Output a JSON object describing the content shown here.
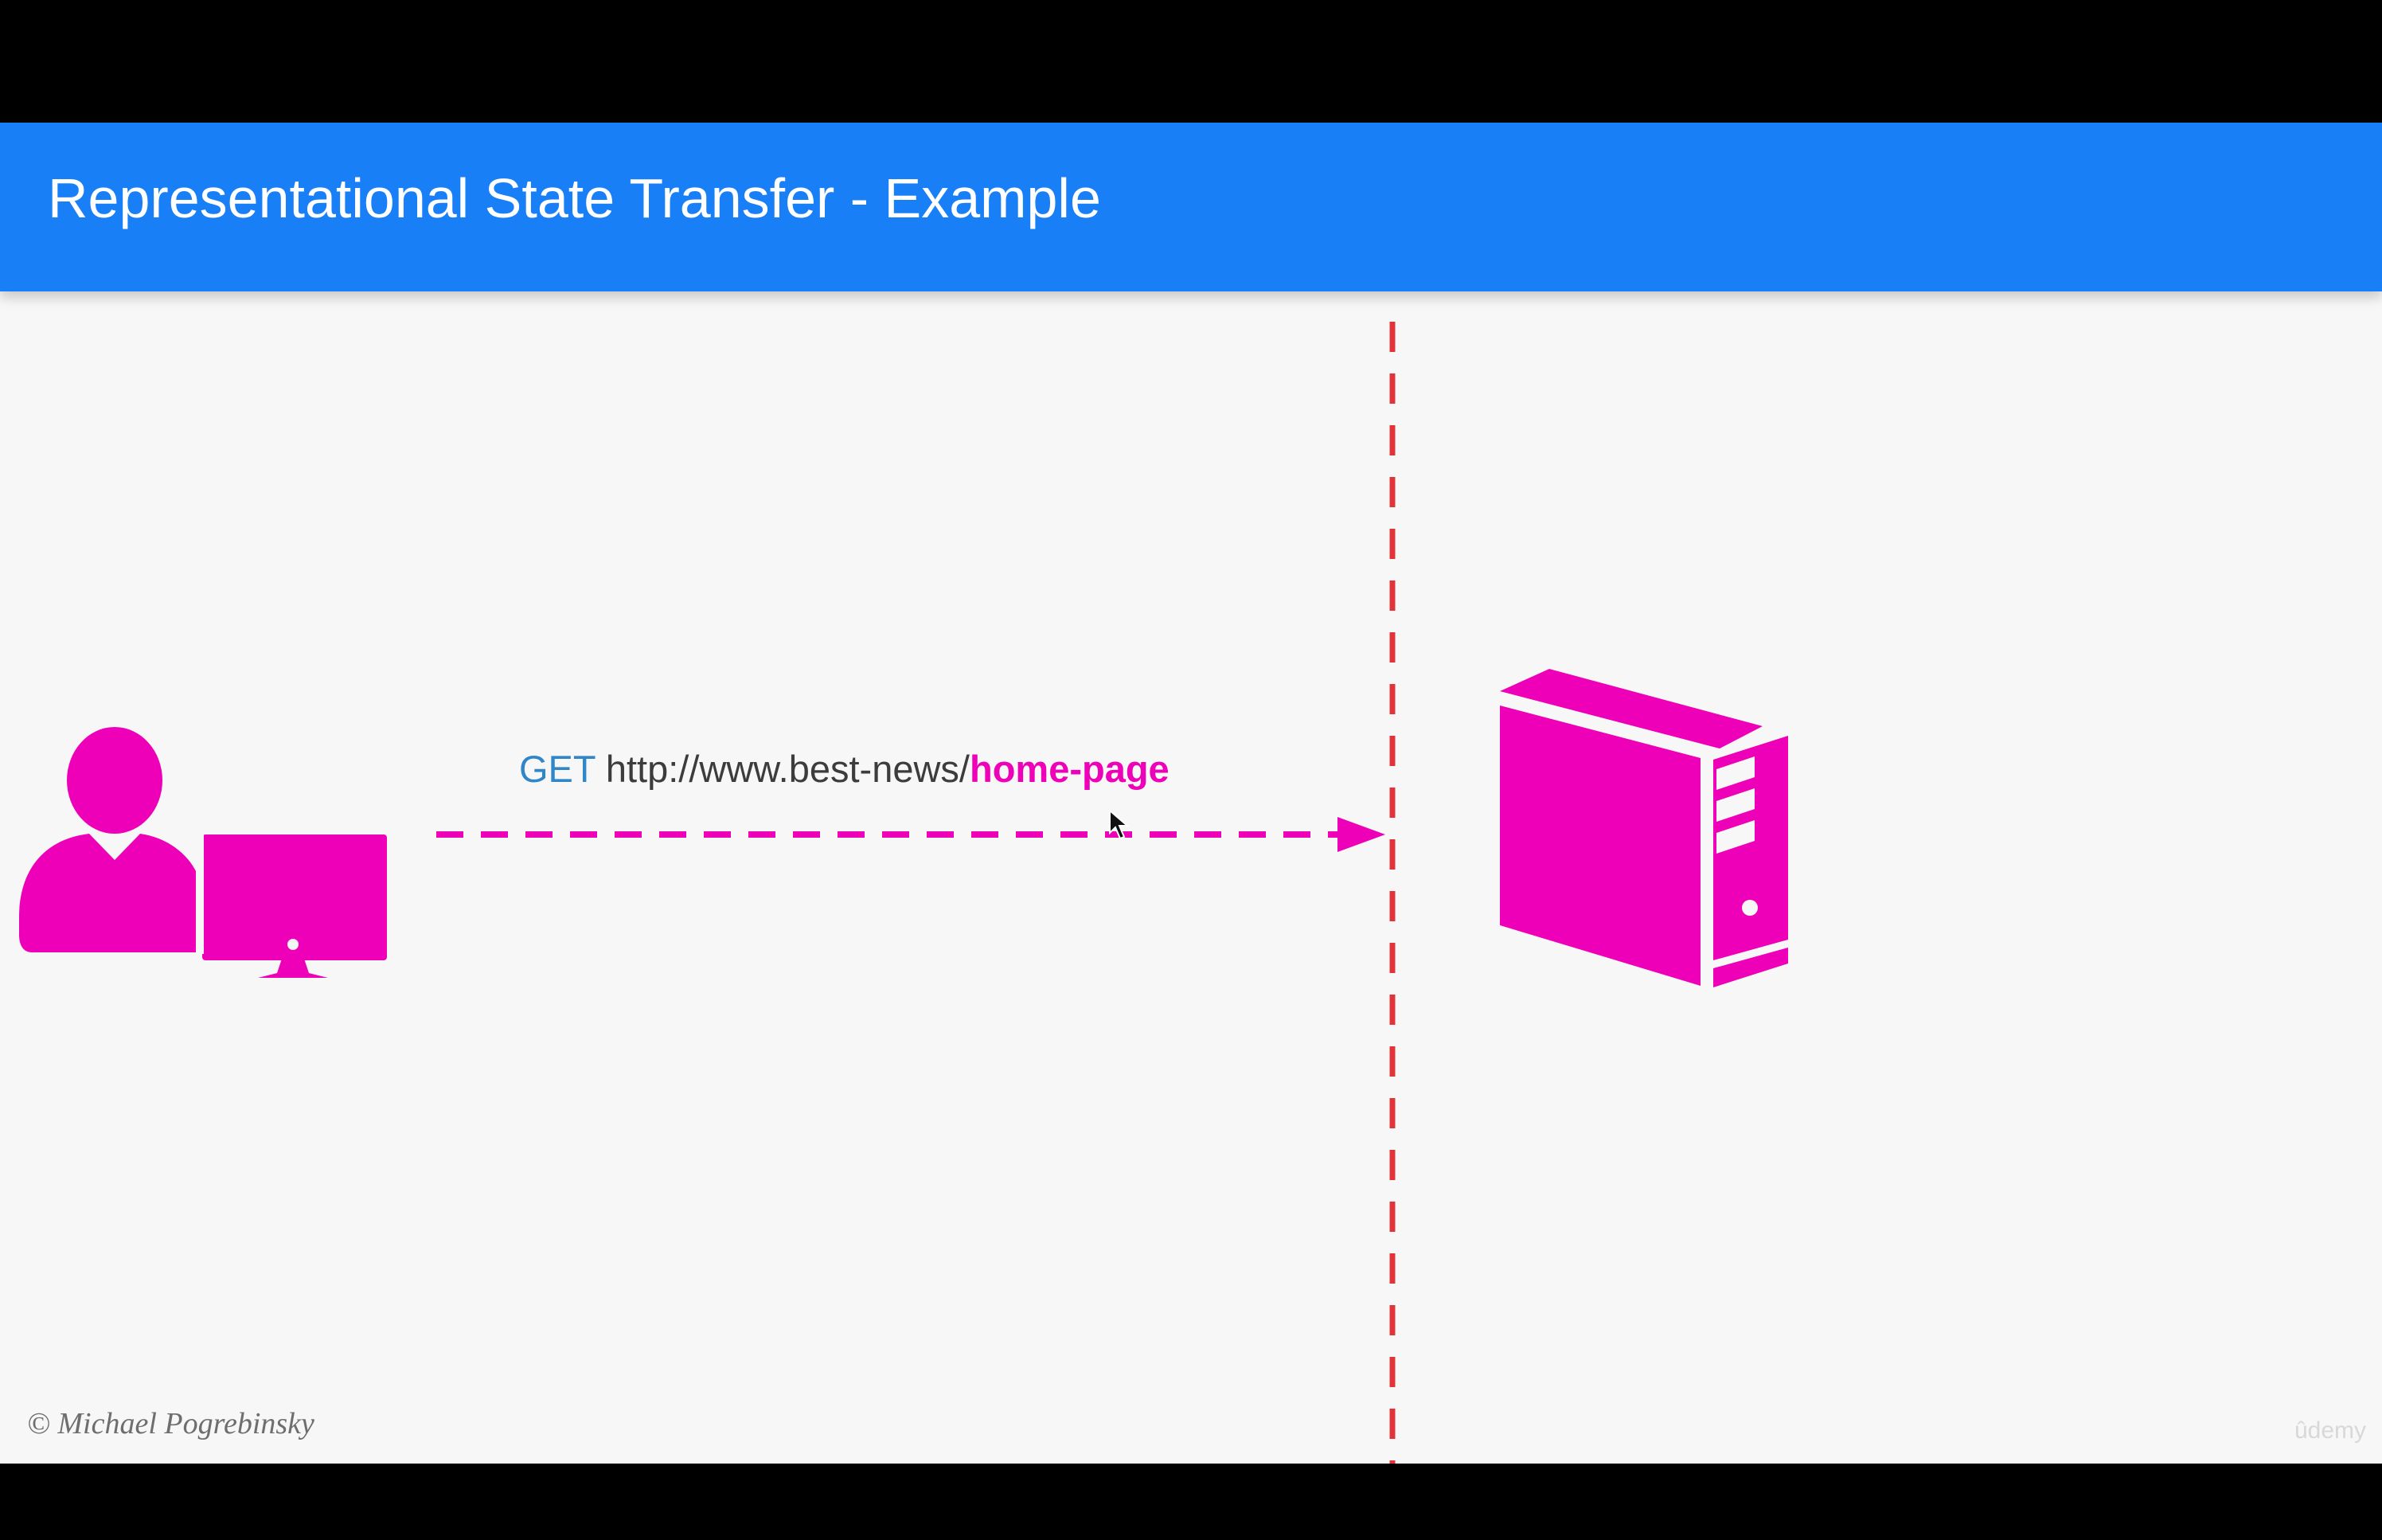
{
  "slide": {
    "title": "Representational State Transfer - Example",
    "copyright": "© Michael Pogrebinsky",
    "watermark": "ûdemy"
  },
  "request": {
    "method": "GET",
    "url_base": "http://www.best-news/",
    "resource": "home-page"
  },
  "icons": {
    "client": "user-at-computer-icon",
    "server": "server-tower-icon",
    "arrow": "dashed-arrow-icon",
    "boundary": "network-boundary-dashed-line",
    "cursor": "mouse-pointer-icon"
  },
  "colors": {
    "header": "#187ff7",
    "background": "#f7f7f7",
    "accent": "#ee00b8",
    "method": "#2f86c9",
    "url": "#3c3c3c",
    "boundary": "#e0343a"
  }
}
